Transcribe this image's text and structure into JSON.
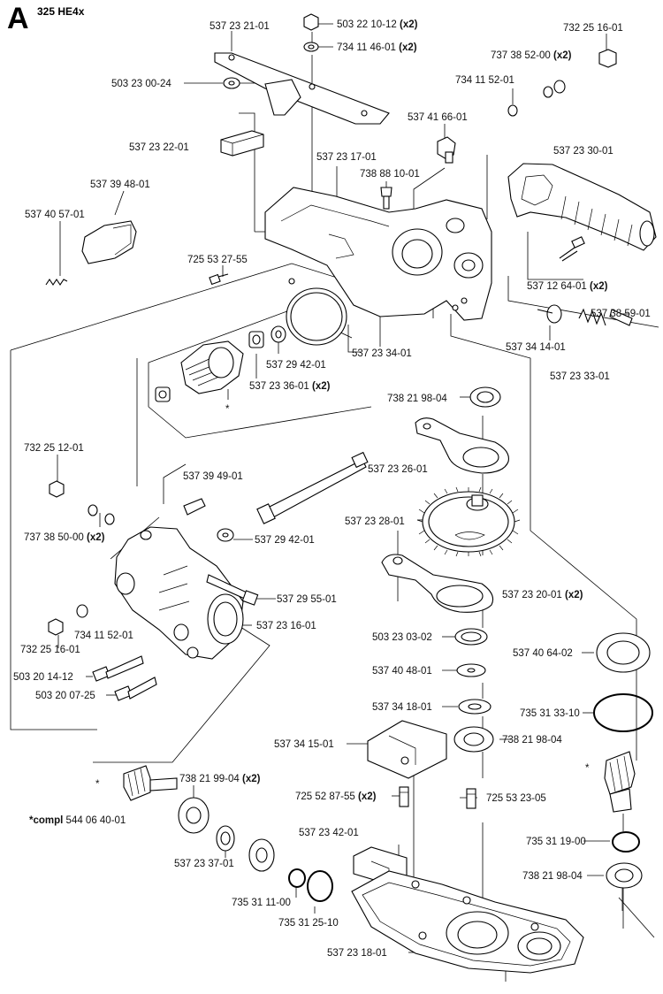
{
  "header": {
    "section_letter": "A",
    "model": "325 HE4x"
  },
  "labels": {
    "p_537232101": "537 23 21-01",
    "p_503221012": "503 22 10-12",
    "p_734114601": "734 11 46-01",
    "p_732251601_top": "732 25 16-01",
    "p_737385200": "737 38 52-00",
    "p_503230024": "503 23 00-24",
    "p_734115201_top": "734 11 52-01",
    "p_537416601": "537 41 66-01",
    "p_537232201": "537 23 22-01",
    "p_537231701": "537 23 17-01",
    "p_537233001": "537 23 30-01",
    "p_738881001": "738 88 10-01",
    "p_537394801": "537 39 48-01",
    "p_537405701": "537 40 57-01",
    "p_725532755": "725 53 27-55",
    "p_537126401": "537 12 64-01",
    "p_537385901": "537 38 59-01",
    "p_537341401": "537 34 14-01",
    "p_537294201_a": "537 29 42-01",
    "p_537233401": "537 23 34-01",
    "p_537233601": "537 23 36-01",
    "p_537233301": "537 23 33-01",
    "p_738219804_a": "738 21 98-04",
    "p_732251201": "732 25 12-01",
    "p_537232601": "537 23 26-01",
    "p_537394901": "537 39 49-01",
    "p_737385000": "737 38 50-00",
    "p_537232801": "537 23 28-01",
    "p_537294201_b": "537 29 42-01",
    "p_537295501": "537 29 55-01",
    "p_537232001": "537 23 20-01",
    "p_732251601_bot": "732 25 16-01",
    "p_734115201_bot": "734 11 52-01",
    "p_537231601": "537 23 16-01",
    "p_503230302": "503 23 03-02",
    "p_537406402": "537 40 64-02",
    "p_537404801": "537 40 48-01",
    "p_503201412": "503 20 14-12",
    "p_503200725": "503 20 07-25",
    "p_537341801": "537 34 18-01",
    "p_735313310": "735 31 33-10",
    "p_537341501": "537 34 15-01",
    "p_738219804_b": "738 21 98-04",
    "p_738219904": "738 21 99-04",
    "p_725528755": "725 52 87-55",
    "p_725532305": "725 53 23-05",
    "p_compl_prefix": "*compl",
    "p_544064001": "544 06 40-01",
    "p_537234201": "537 23 42-01",
    "p_735311900": "735 31 19-00",
    "p_537233701": "537 23 37-01",
    "p_738219804_c": "738 21 98-04",
    "p_735311100": "735 31 11-00",
    "p_735312510": "735 31 25-10",
    "p_537231801": "537 23 18-01",
    "qty_x2": "(x2)",
    "star": "*"
  }
}
